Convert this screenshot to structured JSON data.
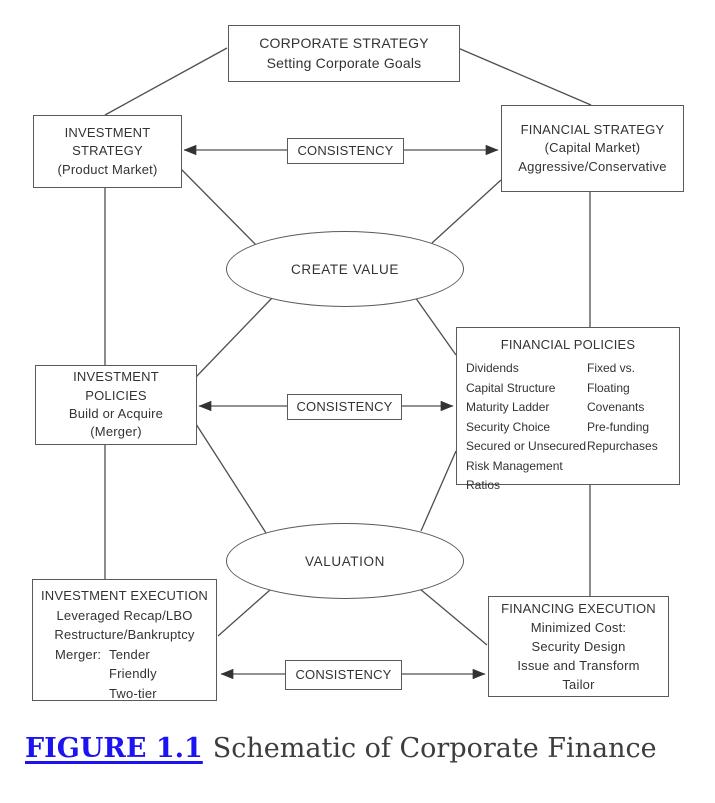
{
  "colors": {
    "caption_link": "#1b13f1",
    "caption_text": "#3d3d3d",
    "diagram_line": "#4f4f4f",
    "box_border": "#5a5a5a",
    "box_text": "#333333"
  },
  "diagram": {
    "corporate_strategy": {
      "line1": "CORPORATE STRATEGY",
      "line2": "Setting Corporate Goals"
    },
    "investment_strategy": {
      "line1": "INVESTMENT",
      "line2": "STRATEGY",
      "line3": "(Product Market)"
    },
    "financial_strategy": {
      "line1": "FINANCIAL STRATEGY",
      "line2": "(Capital Market)",
      "line3": "Aggressive/Conservative"
    },
    "consistency": {
      "top": "CONSISTENCY",
      "middle": "CONSISTENCY",
      "bottom": "CONSISTENCY"
    },
    "create_value": {
      "label": "CREATE VALUE"
    },
    "valuation": {
      "label": "VALUATION"
    },
    "investment_policies": {
      "line1": "INVESTMENT",
      "line2": "POLICIES",
      "line3": "Build or Acquire",
      "line4": "(Merger)"
    },
    "financial_policies": {
      "title": "FINANCIAL POLICIES",
      "left_items": [
        "Dividends",
        "Capital Structure",
        "Maturity Ladder",
        "Security Choice",
        "Secured or Unsecured",
        "Risk Management",
        "Ratios"
      ],
      "right_items": [
        "Fixed vs. Floating",
        "Covenants",
        "Pre-funding",
        "Repurchases"
      ]
    },
    "investment_execution": {
      "title": "INVESTMENT EXECUTION",
      "line1": "Leveraged Recap/LBO",
      "line2": "Restructure/Bankruptcy",
      "merger_label": "Merger:",
      "merger_items": [
        "Tender",
        "Friendly",
        "Two-tier"
      ]
    },
    "financing_execution": {
      "title": "FINANCING EXECUTION",
      "line1": "Minimized Cost:",
      "line2": "Security Design",
      "line3": "Issue and Transform",
      "line4": "Tailor"
    }
  },
  "caption": {
    "figure_label": "FIGURE 1.1",
    "text": "Schematic of Corporate Finance"
  }
}
